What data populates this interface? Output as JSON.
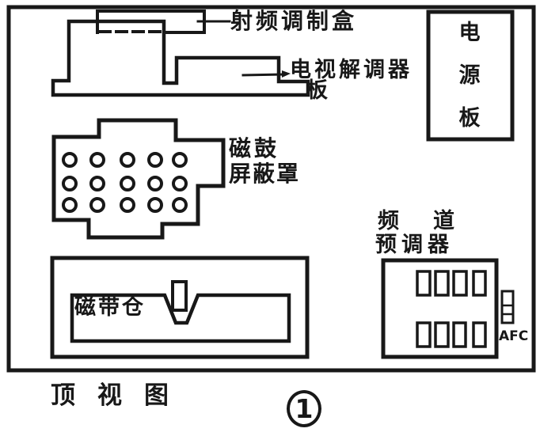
{
  "colors": {
    "ink": "#181818",
    "paper": "#ffffff"
  },
  "figure": {
    "caption": "顶视图",
    "number": "1"
  },
  "labels": {
    "rf_modulator": "射频调制盒",
    "tv_demodulator_line1": "电视解调器",
    "tv_demodulator_line2": "板",
    "drum_shield_line1": "磁鼓",
    "drum_shield_line2": "屏蔽罩",
    "tape_compartment": "磁带仓",
    "power_board_chars": [
      "电",
      "源",
      "板"
    ],
    "channel_preset_line1": "频道",
    "channel_preset_line2": "预调器",
    "afc": "AFC"
  }
}
